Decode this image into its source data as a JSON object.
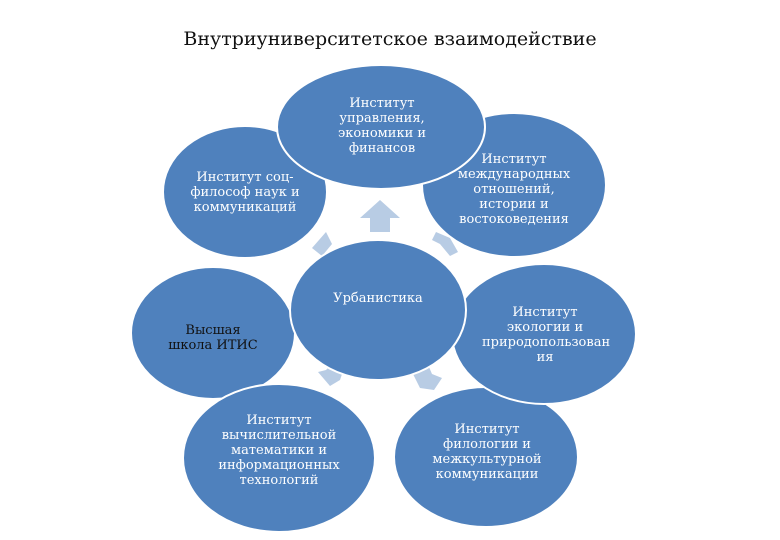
{
  "title": "Внутриуниверситетское взаимодействие",
  "center": {
    "label": "Урбанистика"
  },
  "nodes": [
    {
      "id": "management",
      "label": "Институт управления, экономики и финансов"
    },
    {
      "id": "international",
      "label": "Институт международных отношений, истории и востоковедения"
    },
    {
      "id": "ecology",
      "label": "Институт экологии и природопользован ия"
    },
    {
      "id": "philology",
      "label": "Институт филологии и межкультурной коммуникации"
    },
    {
      "id": "computational-math",
      "label": "Институт вычислительной математики и информационных технологий"
    },
    {
      "id": "itis",
      "label": "Высшая школа ИТИС"
    },
    {
      "id": "social-philosophy",
      "label": "Институт соц-философ наук и коммуникаций"
    }
  ],
  "colors": {
    "node_fill": "#4f81bd",
    "node_stroke": "#ffffff",
    "arrow_fill": "#b8cce4"
  }
}
